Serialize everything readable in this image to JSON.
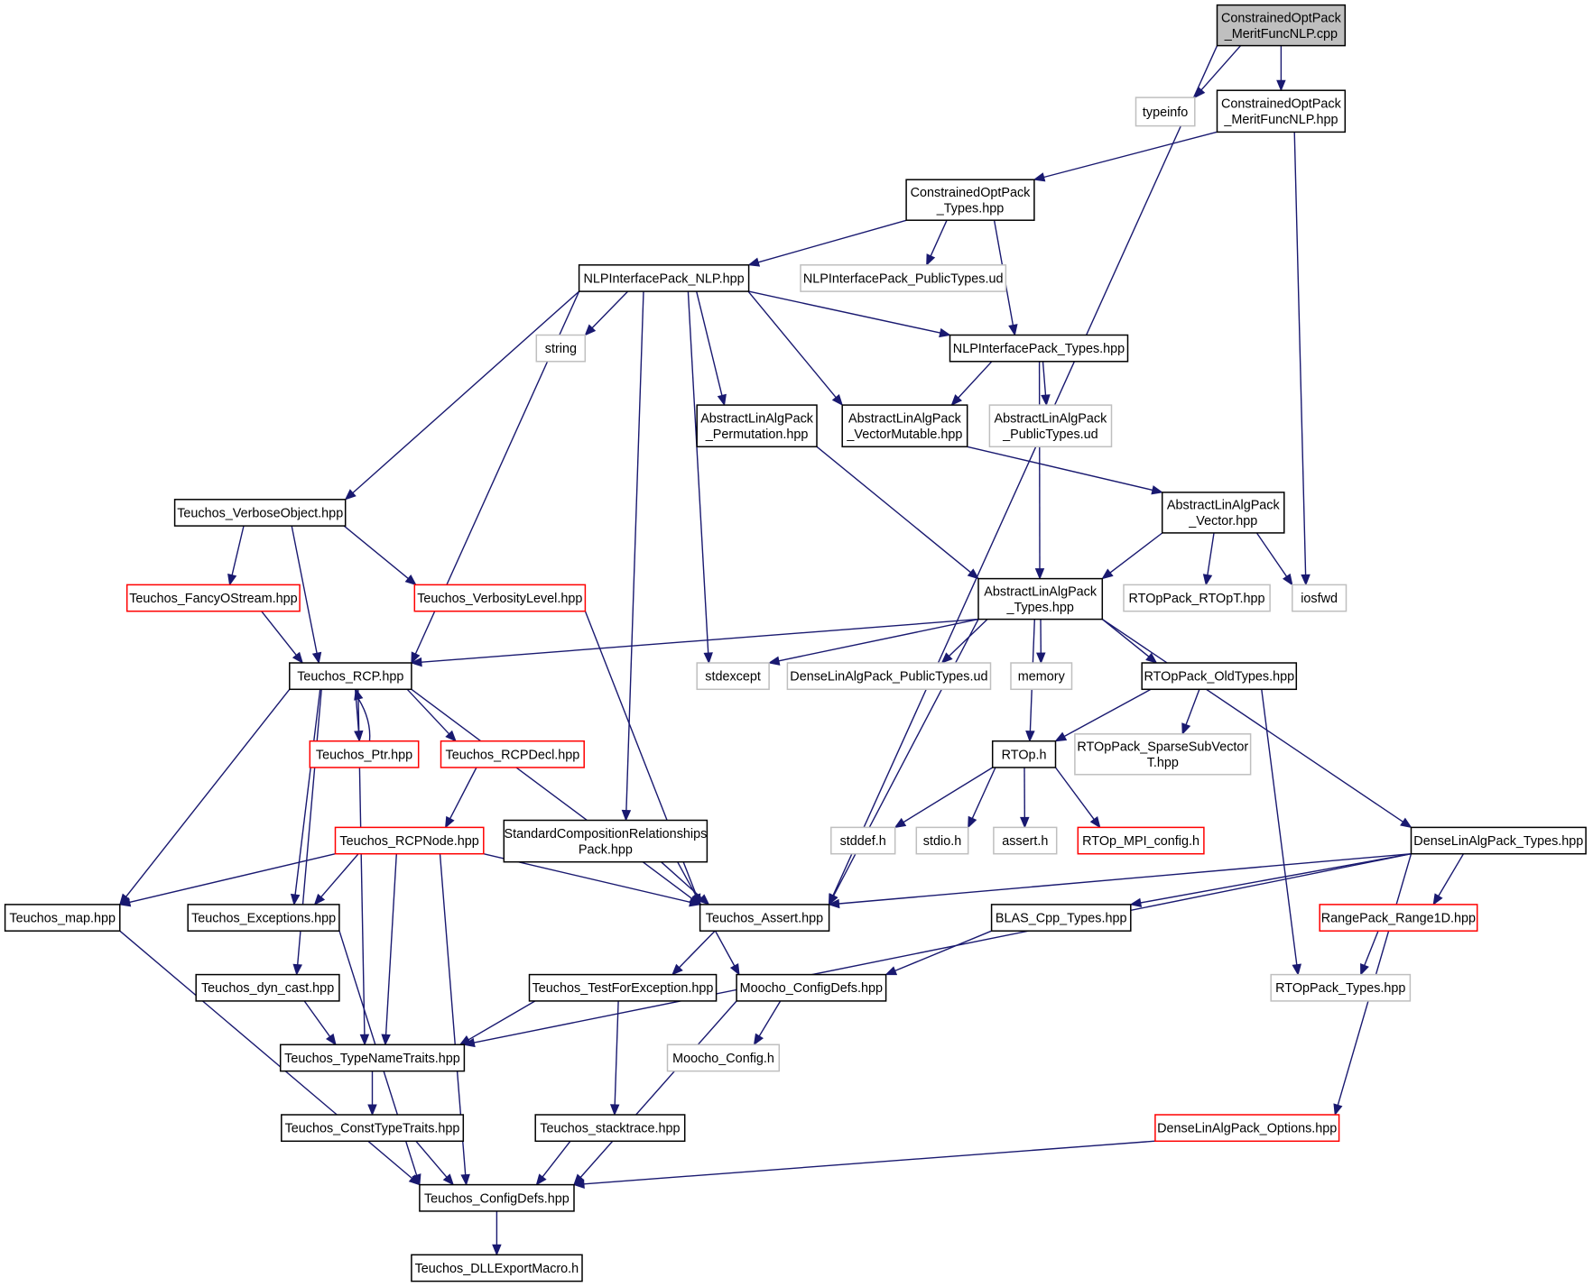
{
  "colors": {
    "edge": "#191970",
    "border_normal": "#000000",
    "border_external": "#bfbfbf",
    "border_truncated": "#ff0000",
    "root_fill": "#bfbfbf",
    "node_fill": "#ffffff"
  },
  "nodes": [
    {
      "id": "n_root",
      "lines": [
        "ConstrainedOptPack",
        "_MeritFuncNLP.cpp"
      ],
      "kind": "root"
    },
    {
      "id": "n_typeinfo",
      "lines": [
        "typeinfo"
      ],
      "kind": "external"
    },
    {
      "id": "n_meritfunc_hpp",
      "lines": [
        "ConstrainedOptPack",
        "_MeritFuncNLP.hpp"
      ],
      "kind": "normal"
    },
    {
      "id": "n_cop_types",
      "lines": [
        "ConstrainedOptPack",
        "_Types.hpp"
      ],
      "kind": "normal"
    },
    {
      "id": "n_nlp",
      "lines": [
        "NLPInterfacePack_NLP.hpp"
      ],
      "kind": "normal"
    },
    {
      "id": "n_nlp_public",
      "lines": [
        "NLPInterfacePack_PublicTypes.ud"
      ],
      "kind": "external"
    },
    {
      "id": "n_nlp_types",
      "lines": [
        "NLPInterfacePack_Types.hpp"
      ],
      "kind": "normal"
    },
    {
      "id": "n_string",
      "lines": [
        "string"
      ],
      "kind": "external"
    },
    {
      "id": "n_perm",
      "lines": [
        "AbstractLinAlgPack",
        "_Permutation.hpp"
      ],
      "kind": "normal"
    },
    {
      "id": "n_vecmut",
      "lines": [
        "AbstractLinAlgPack",
        "_VectorMutable.hpp"
      ],
      "kind": "normal"
    },
    {
      "id": "n_alap_public",
      "lines": [
        "AbstractLinAlgPack",
        "_PublicTypes.ud"
      ],
      "kind": "external"
    },
    {
      "id": "n_verbose",
      "lines": [
        "Teuchos_VerboseObject.hpp"
      ],
      "kind": "normal"
    },
    {
      "id": "n_vector",
      "lines": [
        "AbstractLinAlgPack",
        "_Vector.hpp"
      ],
      "kind": "normal"
    },
    {
      "id": "n_fancy",
      "lines": [
        "Teuchos_FancyOStream.hpp"
      ],
      "kind": "truncated"
    },
    {
      "id": "n_verbosity",
      "lines": [
        "Teuchos_VerbosityLevel.hpp"
      ],
      "kind": "truncated"
    },
    {
      "id": "n_alap_types",
      "lines": [
        "AbstractLinAlgPack",
        "_Types.hpp"
      ],
      "kind": "normal"
    },
    {
      "id": "n_rtopt",
      "lines": [
        "RTOpPack_RTOpT.hpp"
      ],
      "kind": "external"
    },
    {
      "id": "n_iosfwd",
      "lines": [
        "iosfwd"
      ],
      "kind": "external"
    },
    {
      "id": "n_rcp",
      "lines": [
        "Teuchos_RCP.hpp"
      ],
      "kind": "normal"
    },
    {
      "id": "n_stdexcept",
      "lines": [
        "stdexcept"
      ],
      "kind": "external"
    },
    {
      "id": "n_dense_public",
      "lines": [
        "DenseLinAlgPack_PublicTypes.ud"
      ],
      "kind": "external"
    },
    {
      "id": "n_memory",
      "lines": [
        "memory"
      ],
      "kind": "external"
    },
    {
      "id": "n_oldtypes",
      "lines": [
        "RTOpPack_OldTypes.hpp"
      ],
      "kind": "normal"
    },
    {
      "id": "n_ptr",
      "lines": [
        "Teuchos_Ptr.hpp"
      ],
      "kind": "truncated"
    },
    {
      "id": "n_rcpdecl",
      "lines": [
        "Teuchos_RCPDecl.hpp"
      ],
      "kind": "truncated"
    },
    {
      "id": "n_rtoph",
      "lines": [
        "RTOp.h"
      ],
      "kind": "normal"
    },
    {
      "id": "n_sparse",
      "lines": [
        "RTOpPack_SparseSubVector",
        "T.hpp"
      ],
      "kind": "external"
    },
    {
      "id": "n_rcpnode",
      "lines": [
        "Teuchos_RCPNode.hpp"
      ],
      "kind": "truncated"
    },
    {
      "id": "n_stdcomp",
      "lines": [
        "StandardCompositionRelationships",
        "Pack.hpp"
      ],
      "kind": "normal"
    },
    {
      "id": "n_stddef",
      "lines": [
        "stddef.h"
      ],
      "kind": "external"
    },
    {
      "id": "n_stdio",
      "lines": [
        "stdio.h"
      ],
      "kind": "external"
    },
    {
      "id": "n_asserth",
      "lines": [
        "assert.h"
      ],
      "kind": "external"
    },
    {
      "id": "n_mpiconfig",
      "lines": [
        "RTOp_MPI_config.h"
      ],
      "kind": "truncated"
    },
    {
      "id": "n_dense_types",
      "lines": [
        "DenseLinAlgPack_Types.hpp"
      ],
      "kind": "normal"
    },
    {
      "id": "n_map",
      "lines": [
        "Teuchos_map.hpp"
      ],
      "kind": "normal"
    },
    {
      "id": "n_exceptions",
      "lines": [
        "Teuchos_Exceptions.hpp"
      ],
      "kind": "normal"
    },
    {
      "id": "n_assert",
      "lines": [
        "Teuchos_Assert.hpp"
      ],
      "kind": "normal"
    },
    {
      "id": "n_blas",
      "lines": [
        "BLAS_Cpp_Types.hpp"
      ],
      "kind": "normal"
    },
    {
      "id": "n_range1d",
      "lines": [
        "RangePack_Range1D.hpp"
      ],
      "kind": "truncated"
    },
    {
      "id": "n_dyncast",
      "lines": [
        "Teuchos_dyn_cast.hpp"
      ],
      "kind": "normal"
    },
    {
      "id": "n_testfor",
      "lines": [
        "Teuchos_TestForException.hpp"
      ],
      "kind": "normal"
    },
    {
      "id": "n_moocho_defs",
      "lines": [
        "Moocho_ConfigDefs.hpp"
      ],
      "kind": "normal"
    },
    {
      "id": "n_rtop_types",
      "lines": [
        "RTOpPack_Types.hpp"
      ],
      "kind": "external"
    },
    {
      "id": "n_typename",
      "lines": [
        "Teuchos_TypeNameTraits.hpp"
      ],
      "kind": "normal"
    },
    {
      "id": "n_moocho_config",
      "lines": [
        "Moocho_Config.h"
      ],
      "kind": "external"
    },
    {
      "id": "n_consttype",
      "lines": [
        "Teuchos_ConstTypeTraits.hpp"
      ],
      "kind": "normal"
    },
    {
      "id": "n_stacktrace",
      "lines": [
        "Teuchos_stacktrace.hpp"
      ],
      "kind": "normal"
    },
    {
      "id": "n_dense_options",
      "lines": [
        "DenseLinAlgPack_Options.hpp"
      ],
      "kind": "truncated"
    },
    {
      "id": "n_teuchos_defs",
      "lines": [
        "Teuchos_ConfigDefs.hpp"
      ],
      "kind": "normal"
    },
    {
      "id": "n_dllexport",
      "lines": [
        "Teuchos_DLLExportMacro.h"
      ],
      "kind": "normal"
    }
  ],
  "edges": [
    {
      "from": "n_root",
      "to": "n_typeinfo"
    },
    {
      "from": "n_root",
      "to": "n_meritfunc_hpp"
    },
    {
      "from": "n_root",
      "to": "n_assert"
    },
    {
      "from": "n_meritfunc_hpp",
      "to": "n_cop_types"
    },
    {
      "from": "n_meritfunc_hpp",
      "to": "n_iosfwd"
    },
    {
      "from": "n_cop_types",
      "to": "n_nlp"
    },
    {
      "from": "n_cop_types",
      "to": "n_nlp_public"
    },
    {
      "from": "n_cop_types",
      "to": "n_nlp_types"
    },
    {
      "from": "n_nlp",
      "to": "n_string"
    },
    {
      "from": "n_nlp",
      "to": "n_verbose"
    },
    {
      "from": "n_nlp",
      "to": "n_rcp"
    },
    {
      "from": "n_nlp",
      "to": "n_stdcomp"
    },
    {
      "from": "n_nlp",
      "to": "n_stdexcept"
    },
    {
      "from": "n_nlp",
      "to": "n_perm"
    },
    {
      "from": "n_nlp",
      "to": "n_vecmut"
    },
    {
      "from": "n_nlp",
      "to": "n_nlp_types"
    },
    {
      "from": "n_nlp_types",
      "to": "n_vecmut"
    },
    {
      "from": "n_nlp_types",
      "to": "n_alap_public"
    },
    {
      "from": "n_nlp_types",
      "to": "n_alap_types"
    },
    {
      "from": "n_perm",
      "to": "n_alap_types"
    },
    {
      "from": "n_vecmut",
      "to": "n_vector"
    },
    {
      "from": "n_vector",
      "to": "n_alap_types"
    },
    {
      "from": "n_vector",
      "to": "n_rtopt"
    },
    {
      "from": "n_vector",
      "to": "n_iosfwd"
    },
    {
      "from": "n_verbose",
      "to": "n_fancy"
    },
    {
      "from": "n_verbose",
      "to": "n_rcp"
    },
    {
      "from": "n_verbose",
      "to": "n_verbosity"
    },
    {
      "from": "n_fancy",
      "to": "n_rcp"
    },
    {
      "from": "n_verbosity",
      "to": "n_assert"
    },
    {
      "from": "n_alap_types",
      "to": "n_rcp"
    },
    {
      "from": "n_alap_types",
      "to": "n_stdexcept"
    },
    {
      "from": "n_alap_types",
      "to": "n_dense_public"
    },
    {
      "from": "n_alap_types",
      "to": "n_memory"
    },
    {
      "from": "n_alap_types",
      "to": "n_rtoph"
    },
    {
      "from": "n_alap_types",
      "to": "n_oldtypes"
    },
    {
      "from": "n_alap_types",
      "to": "n_assert"
    },
    {
      "from": "n_alap_types",
      "to": "n_dense_types"
    },
    {
      "from": "n_oldtypes",
      "to": "n_rtoph"
    },
    {
      "from": "n_oldtypes",
      "to": "n_sparse"
    },
    {
      "from": "n_oldtypes",
      "to": "n_rtop_types"
    },
    {
      "from": "n_rtoph",
      "to": "n_stddef"
    },
    {
      "from": "n_rtoph",
      "to": "n_stdio"
    },
    {
      "from": "n_rtoph",
      "to": "n_asserth"
    },
    {
      "from": "n_rtoph",
      "to": "n_mpiconfig"
    },
    {
      "from": "n_rcp",
      "to": "n_ptr"
    },
    {
      "from": "n_ptr",
      "to": "n_rcp"
    },
    {
      "from": "n_rcp",
      "to": "n_rcpdecl"
    },
    {
      "from": "n_rcp",
      "to": "n_map"
    },
    {
      "from": "n_rcp",
      "to": "n_exceptions"
    },
    {
      "from": "n_rcp",
      "to": "n_dyncast"
    },
    {
      "from": "n_rcp",
      "to": "n_typename"
    },
    {
      "from": "n_rcp",
      "to": "n_assert"
    },
    {
      "from": "n_rcpdecl",
      "to": "n_rcpnode"
    },
    {
      "from": "n_rcpnode",
      "to": "n_map"
    },
    {
      "from": "n_rcpnode",
      "to": "n_exceptions"
    },
    {
      "from": "n_rcpnode",
      "to": "n_typename"
    },
    {
      "from": "n_rcpnode",
      "to": "n_assert"
    },
    {
      "from": "n_rcpnode",
      "to": "n_teuchos_defs"
    },
    {
      "from": "n_stdcomp",
      "to": "n_assert"
    },
    {
      "from": "n_stdcomp",
      "to": "n_moocho_defs"
    },
    {
      "from": "n_dense_types",
      "to": "n_assert"
    },
    {
      "from": "n_dense_types",
      "to": "n_blas"
    },
    {
      "from": "n_dense_types",
      "to": "n_range1d"
    },
    {
      "from": "n_dense_types",
      "to": "n_typename"
    },
    {
      "from": "n_dense_types",
      "to": "n_dense_options"
    },
    {
      "from": "n_range1d",
      "to": "n_rtop_types"
    },
    {
      "from": "n_blas",
      "to": "n_moocho_defs"
    },
    {
      "from": "n_assert",
      "to": "n_testfor"
    },
    {
      "from": "n_testfor",
      "to": "n_typename"
    },
    {
      "from": "n_testfor",
      "to": "n_stacktrace"
    },
    {
      "from": "n_dyncast",
      "to": "n_typename"
    },
    {
      "from": "n_moocho_defs",
      "to": "n_moocho_config"
    },
    {
      "from": "n_moocho_defs",
      "to": "n_teuchos_defs"
    },
    {
      "from": "n_typename",
      "to": "n_consttype"
    },
    {
      "from": "n_consttype",
      "to": "n_teuchos_defs"
    },
    {
      "from": "n_stacktrace",
      "to": "n_teuchos_defs"
    },
    {
      "from": "n_map",
      "to": "n_teuchos_defs"
    },
    {
      "from": "n_exceptions",
      "to": "n_teuchos_defs"
    },
    {
      "from": "n_dense_options",
      "to": "n_teuchos_defs"
    },
    {
      "from": "n_teuchos_defs",
      "to": "n_dllexport"
    }
  ]
}
